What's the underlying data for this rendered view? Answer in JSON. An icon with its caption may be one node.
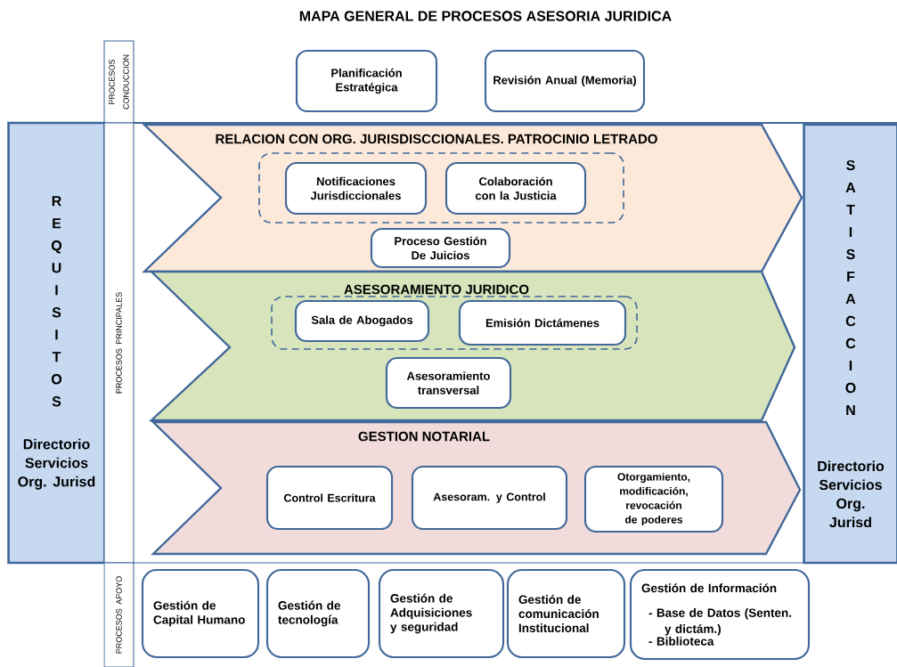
{
  "diagram": {
    "title": "MAPA GENERAL DE PROCESOS ASESORIA JURIDICA",
    "nodes": [
      {
        "text": [
          "PROCESOS CONDUCCION"
        ]
      },
      {
        "text": [
          "Planificación Estratégica"
        ]
      },
      {
        "text": [
          "Revisión Anual (Memoria)"
        ]
      },
      {
        "text": [
          "R E Q U I S I T O S",
          "Directorio Servicios Org. Jurisd"
        ]
      },
      {
        "text": [
          "PROCESOS PRINCIPALES"
        ]
      },
      {
        "text": [
          "RELACION CON ORG. JURISDISCCIONALES. PATROCINIO LETRADO"
        ]
      },
      {
        "text": [],
        "shape": "box",
        "in": 5
      },
      {
        "text": [
          "Notificaciones Jurisdiccionales"
        ],
        "in": 6
      },
      {
        "text": [
          "Colaboración con la Justicia"
        ],
        "in": 6
      },
      {
        "text": [
          "Proceso Gestión De Juicios"
        ],
        "in": 5
      },
      {
        "text": [
          "ASESORAMIENTO JURIDICO"
        ]
      },
      {
        "text": [],
        "shape": "box",
        "in": 10
      },
      {
        "text": [
          "Sala de Abogados"
        ],
        "in": 11
      },
      {
        "text": [
          "Emisión Dictámenes"
        ],
        "in": 11
      },
      {
        "text": [
          "Asesoramiento transversal"
        ],
        "in": 10
      },
      {
        "text": [
          "GESTION NOTARIAL"
        ]
      },
      {
        "text": [
          "Control Escritura"
        ],
        "in": 15
      },
      {
        "text": [
          "Asesoram. y Control"
        ],
        "in": 15
      },
      {
        "text": [
          "Otorgamiento, modificación, revocación de poderes"
        ],
        "in": 15
      },
      {
        "text": [
          "S A T I S F A C C I O N",
          "Directorio Servicios Org. Jurisd"
        ]
      },
      {
        "text": [
          "PROCESOS APOYO"
        ]
      },
      {
        "text": [
          "Gestión de Capital Humano"
        ]
      },
      {
        "text": [
          "Gestión de tecnología"
        ]
      },
      {
        "text": [
          "Gestión de Adquisiciones y seguridad"
        ]
      },
      {
        "text": [
          "Gestión de comunicación Institucional"
        ]
      },
      {
        "text": [
          "Gestión de Información",
          "- Base de Datos (Senten. y dictám.)",
          "- Biblioteca"
        ]
      }
    ],
    "edges": []
  }
}
